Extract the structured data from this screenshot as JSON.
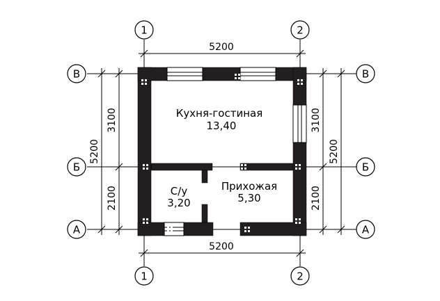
{
  "axes": {
    "vertical": [
      "1",
      "2"
    ],
    "horizontal": [
      "В",
      "Б",
      "А"
    ]
  },
  "dimensions": {
    "overall_width": "5200",
    "overall_height": "5200",
    "upper_span": "3100",
    "lower_span": "2100"
  },
  "rooms": {
    "kitchen": {
      "name": "Кухня-гостиная",
      "area": "13,40"
    },
    "bathroom": {
      "name": "С/у",
      "area": "3,20"
    },
    "hall": {
      "name": "Прихожая",
      "area": "5,30"
    }
  }
}
